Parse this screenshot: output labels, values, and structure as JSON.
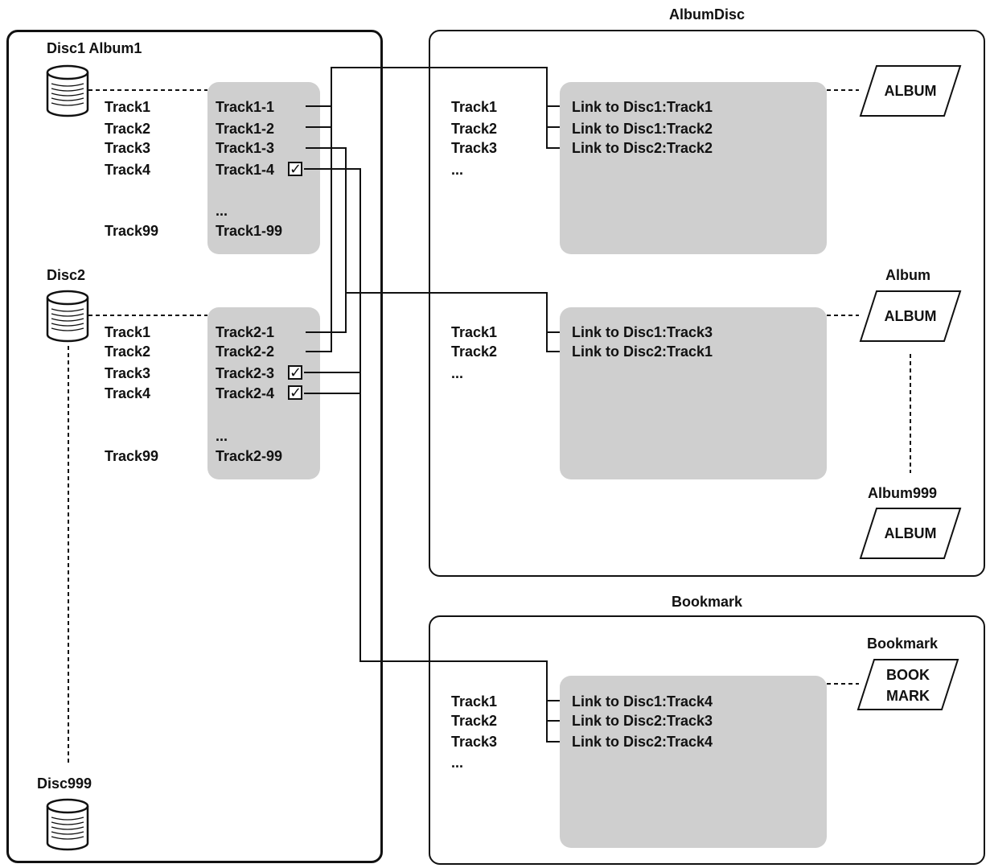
{
  "headers": {
    "albumdisc": "AlbumDisc",
    "bookmark": "Bookmark"
  },
  "discs": {
    "disc1_label": "Disc1 Album1",
    "disc2_label": "Disc2",
    "disc999_label": "Disc999"
  },
  "disc1": {
    "tracks": [
      "Track1",
      "Track2",
      "Track3",
      "Track4",
      "Track99"
    ],
    "entries": [
      "Track1-1",
      "Track1-2",
      "Track1-3",
      "Track1-4",
      "...",
      "Track1-99"
    ]
  },
  "disc2": {
    "tracks": [
      "Track1",
      "Track2",
      "Track3",
      "Track4",
      "Track99"
    ],
    "entries": [
      "Track2-1",
      "Track2-2",
      "Track2-3",
      "Track2-4",
      "...",
      "Track2-99"
    ]
  },
  "check_mark": "✓",
  "album1": {
    "tracks": [
      "Track1",
      "Track2",
      "Track3",
      "..."
    ],
    "links": [
      "Link to Disc1:Track1",
      "Link to Disc1:Track2",
      "Link to Disc2:Track2"
    ],
    "shape_text": "ALBUM"
  },
  "album2": {
    "label": "Album",
    "tracks": [
      "Track1",
      "Track2",
      "..."
    ],
    "links": [
      "Link to Disc1:Track3",
      "Link to Disc2:Track1"
    ],
    "shape_text": "ALBUM"
  },
  "album999": {
    "label": "Album999",
    "shape_text": "ALBUM"
  },
  "bookmark_list": {
    "label": "Bookmark",
    "tracks": [
      "Track1",
      "Track2",
      "Track3",
      "..."
    ],
    "links": [
      "Link to Disc1:Track4",
      "Link to Disc2:Track3",
      "Link to Disc2:Track4"
    ],
    "shape_text_line1": "BOOK",
    "shape_text_line2": "MARK"
  }
}
